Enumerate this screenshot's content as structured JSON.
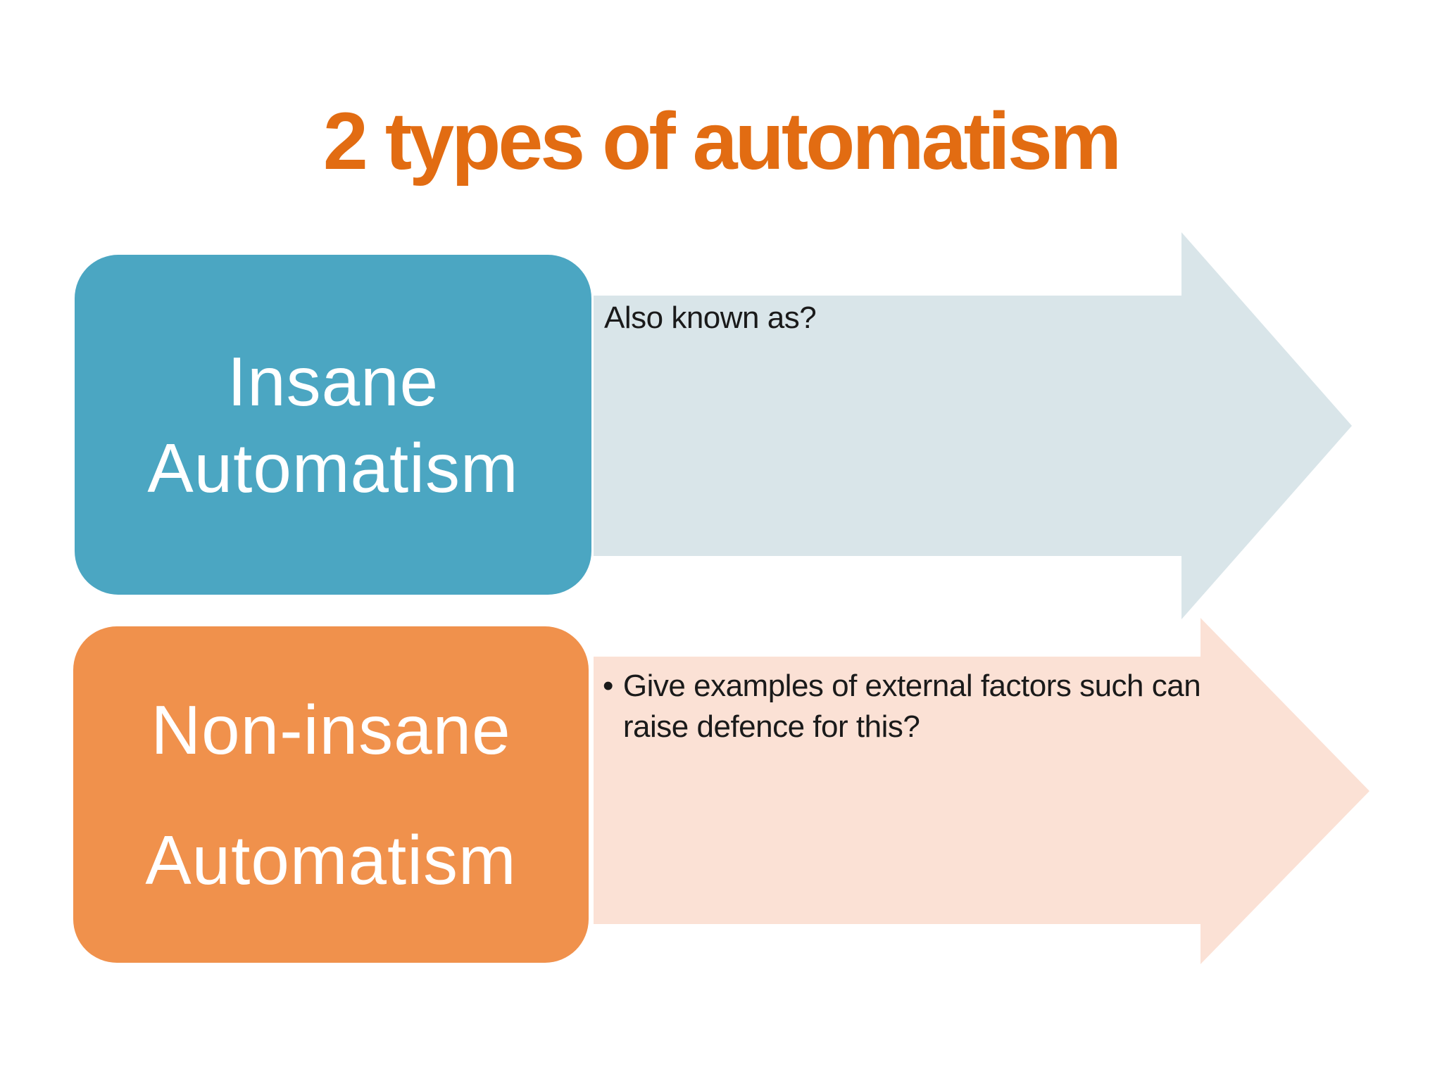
{
  "slide": {
    "title": {
      "text": "2 types of automatism",
      "color": "#E26C12"
    },
    "background_color": "#FFFFFF",
    "text_color": "#1A1A1A",
    "box_text_color": "#FFFFFF",
    "rows": [
      {
        "box": {
          "line1": "Insane",
          "line2": "Automatism",
          "color": "#4BA6C2"
        },
        "arrow": {
          "color": "#D9E5E9",
          "lines": [
            "Also known as?"
          ]
        }
      },
      {
        "box": {
          "line1": "Non-insane",
          "line2": "Automatism",
          "color": "#F0914C"
        },
        "arrow": {
          "color": "#FBE1D5",
          "bullet": "•",
          "lines": [
            "Give examples of external factors such can",
            "raise defence for this?"
          ]
        }
      }
    ]
  }
}
